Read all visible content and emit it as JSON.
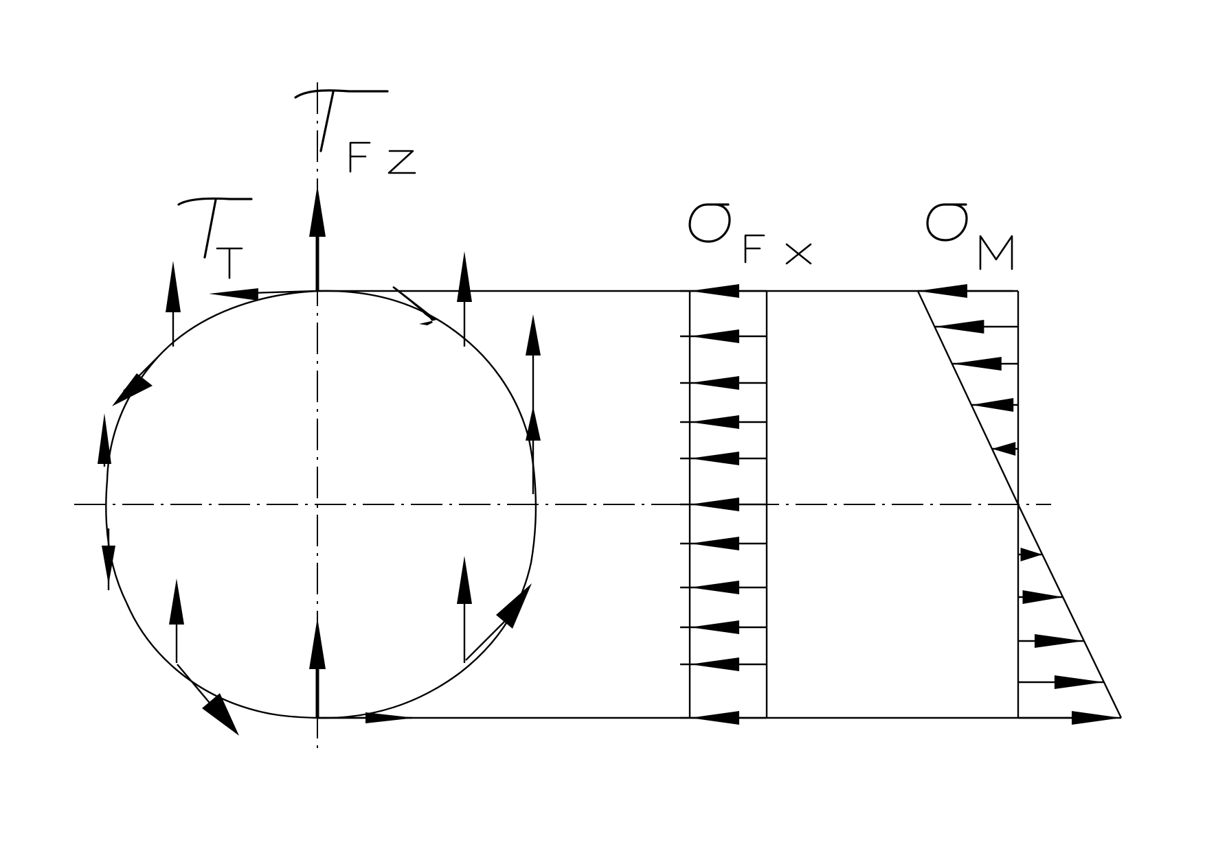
{
  "diagram": {
    "labels": {
      "tau_fz": {
        "symbol": "τ",
        "subscript": "Fz"
      },
      "tau_t": {
        "symbol": "τ",
        "subscript": "T"
      },
      "sigma_fx": {
        "symbol": "σ",
        "subscript": "Fx"
      },
      "sigma_m": {
        "symbol": "σ",
        "subscript": "M"
      }
    },
    "colors": {
      "ink": "#000000",
      "paper": "#ffffff"
    }
  }
}
